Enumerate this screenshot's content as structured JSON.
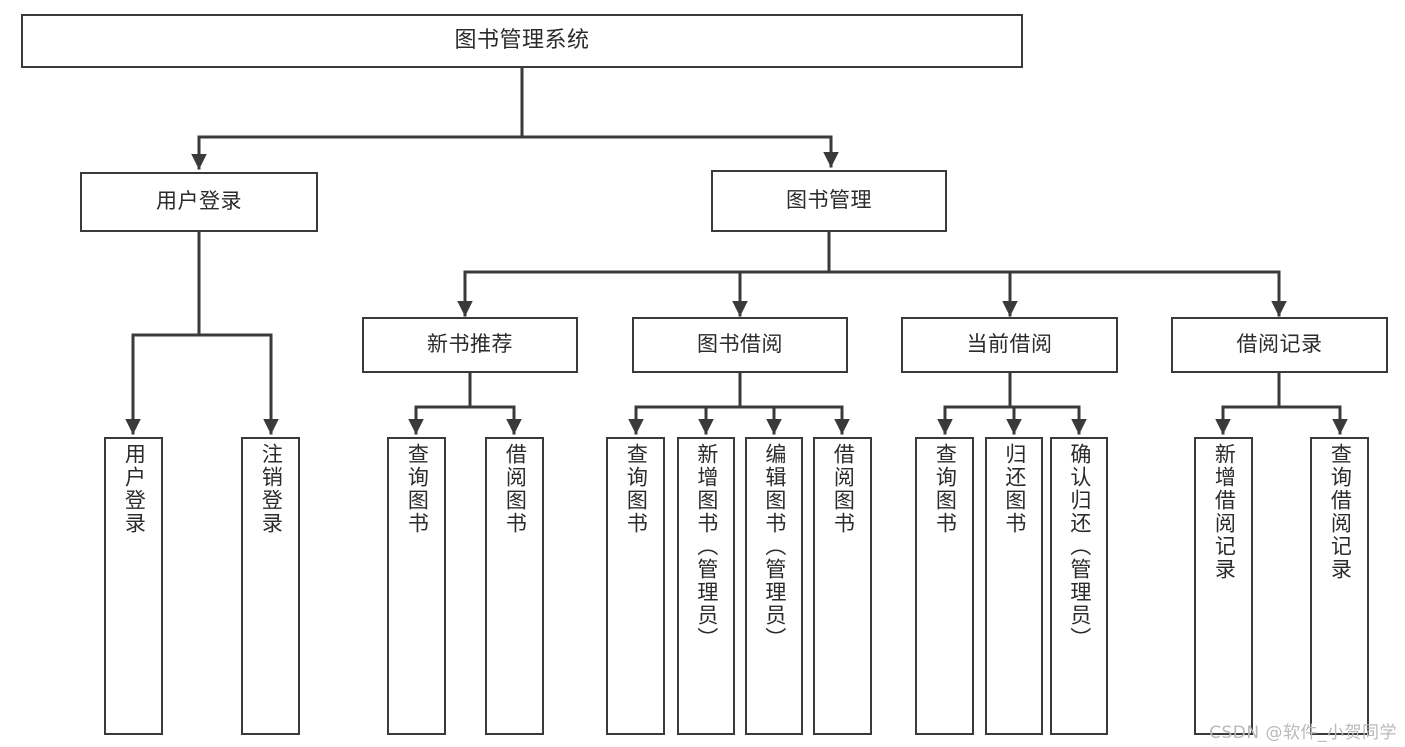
{
  "diagram": {
    "title": "图书管理系统",
    "type": "tree-hierarchy-diagram",
    "watermark": "CSDN @软件_小贺同学",
    "line_color": "#3a3a3a",
    "box_fill": "#ffffff",
    "text_color": "#2b2b2b",
    "watermark_color": "#b9b9b9"
  },
  "nodes": {
    "root": {
      "label": "图书管理系统"
    },
    "level1": [
      {
        "label": "用户登录"
      },
      {
        "label": "图书管理"
      }
    ],
    "level2": [
      {
        "label": "新书推荐"
      },
      {
        "label": "图书借阅"
      },
      {
        "label": "当前借阅"
      },
      {
        "label": "借阅记录"
      }
    ],
    "leaves": {
      "user_login": [
        {
          "label": "用户登录"
        },
        {
          "label": "注销登录"
        }
      ],
      "new_book": [
        {
          "label": "查询图书"
        },
        {
          "label": "借阅图书"
        }
      ],
      "book_borrow": [
        {
          "label": "查询图书"
        },
        {
          "label": "新增图书（管理员）"
        },
        {
          "label": "编辑图书（管理员）"
        },
        {
          "label": "借阅图书"
        }
      ],
      "current_borrow": [
        {
          "label": "查询图书"
        },
        {
          "label": "归还图书"
        },
        {
          "label": "确认归还（管理员）"
        }
      ],
      "borrow_record": [
        {
          "label": "新增借阅记录"
        },
        {
          "label": "查询借阅记录"
        }
      ]
    }
  }
}
